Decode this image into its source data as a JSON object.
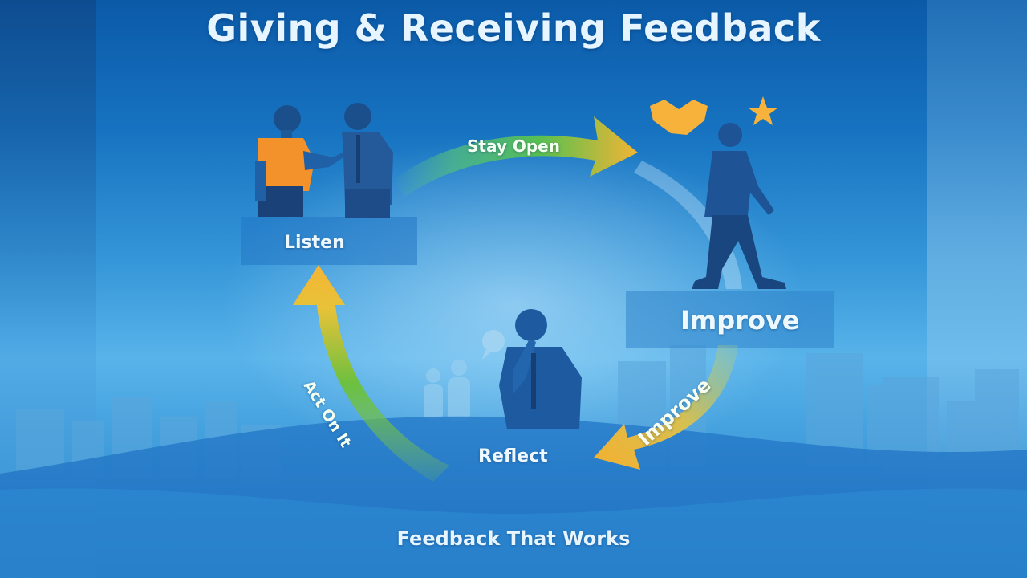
{
  "title": "Giving & Receiving Feedback",
  "footer": "Feedback That Works",
  "cycle": {
    "steps": [
      {
        "label": "Listen",
        "icon": "two-people-talking"
      },
      {
        "label": "Improve",
        "icon": "walking-person"
      },
      {
        "label": "Reflect",
        "icon": "thinking-person"
      }
    ],
    "arrows": [
      {
        "label": "Stay Open",
        "from": "Listen",
        "to": "Improve"
      },
      {
        "label": "Improve",
        "from": "Improve",
        "to": "Reflect"
      },
      {
        "label": "Act On It",
        "from": "Reflect",
        "to": "Listen"
      }
    ]
  },
  "decorations": [
    "handshake-icon",
    "star-icon",
    "speech-bubble-icon",
    "city-skyline"
  ],
  "colors": {
    "background_top": "#0b5aa8",
    "background_mid": "#58b3ea",
    "arrow_green": "#5cbf4a",
    "arrow_yellow": "#f2b534",
    "figure_blue": "#1c5496",
    "shirt_orange": "#f3922a",
    "text": "#e6f5ff"
  }
}
